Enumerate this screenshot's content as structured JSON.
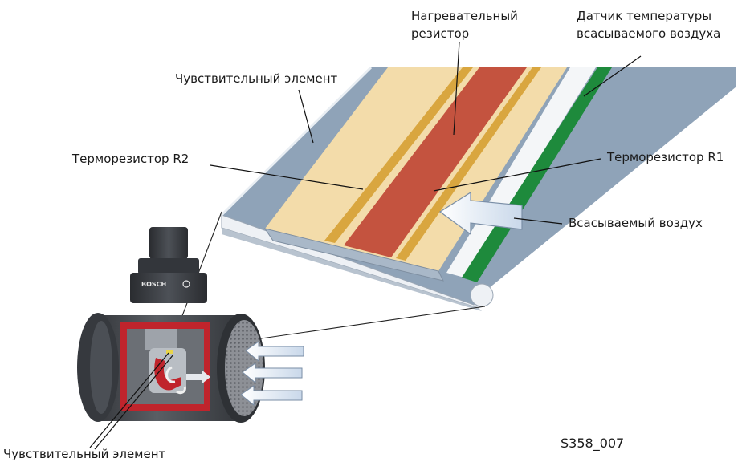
{
  "labels": {
    "heating_resistor": [
      "Нагревательный",
      "резистор"
    ],
    "intake_temp_sensor": [
      "Датчик температуры",
      "всасываемого воздуха"
    ],
    "sensing_element_top": "Чувствительный элемент",
    "thermoresistor_r2": "Терморезистор R2",
    "thermoresistor_r1": "Терморезистор R1",
    "intake_air": "Всасываемый воздух",
    "sensing_element_bottom": "Чувствительный элемент",
    "figure_code": "S358_007"
  },
  "device": {
    "brand": "BOSCH"
  },
  "colors": {
    "substrate_blue": "#8fa3b8",
    "cream": "#f3dcaa",
    "heater_red": "#c4533f",
    "gold_strip": "#d9a63f",
    "green_strip": "#1e8a3c",
    "housing_dark": "#3c3f44",
    "housing_red": "#c0242c"
  }
}
